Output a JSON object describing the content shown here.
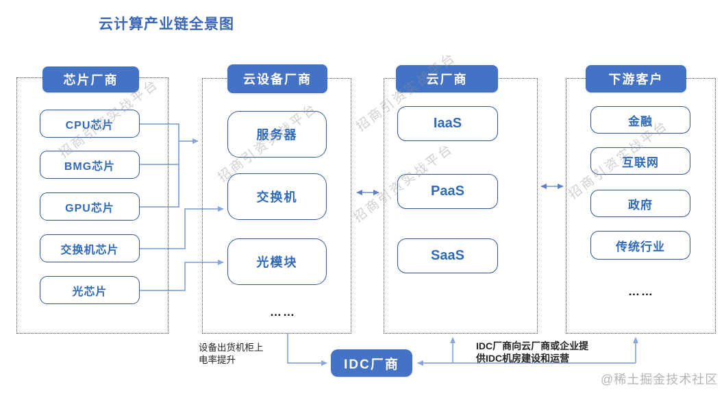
{
  "title": "云计算产业链全景图",
  "columns": [
    {
      "header": "芯片厂商",
      "items": [
        "CPU芯片",
        "BMG芯片",
        "GPU芯片",
        "交换机芯片",
        "光芯片"
      ]
    },
    {
      "header": "云设备厂商",
      "items": [
        "服务器",
        "交换机",
        "光模块"
      ],
      "more": "……"
    },
    {
      "header": "云厂商",
      "items": [
        "IaaS",
        "PaaS",
        "SaaS"
      ]
    },
    {
      "header": "下游客户",
      "items": [
        "金融",
        "互联网",
        "政府",
        "传统行业"
      ],
      "more": "……"
    }
  ],
  "idc": {
    "label": "IDC厂商"
  },
  "annotations": {
    "left": {
      "lines": [
        "设备出货机柜上",
        "电率提升"
      ]
    },
    "right": {
      "lines": [
        "IDC厂商向云厂商或企业提",
        "供IDC机房建设和运营"
      ]
    }
  },
  "watermark": {
    "text": "招商引资实战平台",
    "credit": "@稀土掘金技术社区"
  },
  "colors": {
    "header_fill": "#4472c4",
    "box_border": "#2f5597",
    "box_text": "#2e6ab8",
    "title": "#3a66b5",
    "line_light": "#8aa5dc",
    "line_dark": "#5b7fc0",
    "container_border": "#444444",
    "annotation": "#222222",
    "watermark": "#8f8f8f",
    "credit": "#b4b4b4"
  }
}
